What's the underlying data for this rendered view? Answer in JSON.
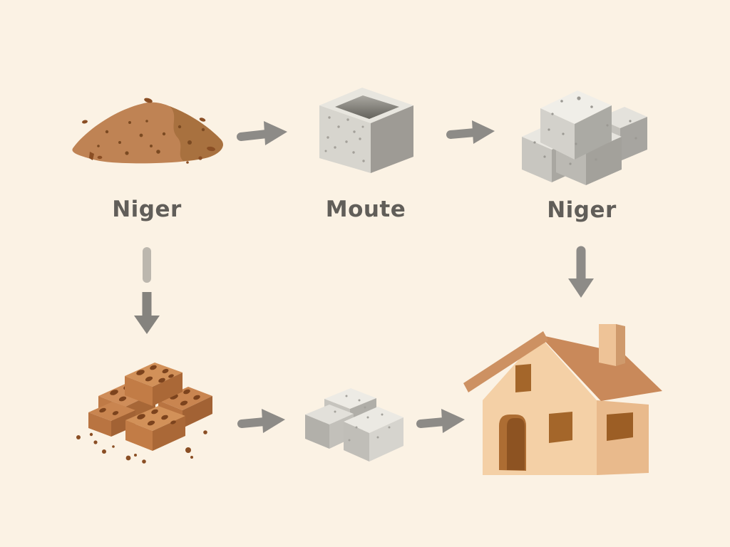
{
  "diagram": {
    "description": "process flow from soil to molded blocks, bricks and a finished house",
    "background_color": "#fbf2e4",
    "text_color": "#615e59",
    "arrow_color": "#8d8b87",
    "labels": {
      "soil": "Niger",
      "mold": "Moute",
      "blocks": "Niger"
    },
    "nodes": [
      {
        "id": "soil-pile-icon",
        "label": "Niger",
        "row": "top",
        "col": 1
      },
      {
        "id": "mold-icon",
        "label": "Moute",
        "row": "top",
        "col": 2
      },
      {
        "id": "concrete-block-stack-icon",
        "label": "Niger",
        "row": "top",
        "col": 3
      },
      {
        "id": "brick-pile-icon",
        "label": "",
        "row": "bottom",
        "col": 1
      },
      {
        "id": "small-block-group-icon",
        "label": "",
        "row": "bottom",
        "col": 2
      },
      {
        "id": "house-icon",
        "label": "",
        "row": "bottom",
        "col": 3
      }
    ],
    "arrows": [
      {
        "from": "soil-pile",
        "to": "mold",
        "direction": "right",
        "style": "solid"
      },
      {
        "from": "mold",
        "to": "concrete-block-stack",
        "direction": "right",
        "style": "solid"
      },
      {
        "from": "soil-pile",
        "to": "brick-pile",
        "direction": "down",
        "style": "dashed"
      },
      {
        "from": "concrete-block-stack",
        "to": "house",
        "direction": "down",
        "style": "solid"
      },
      {
        "from": "brick-pile",
        "to": "small-block-group",
        "direction": "right",
        "style": "solid"
      },
      {
        "from": "small-block-group",
        "to": "house",
        "direction": "right",
        "style": "solid"
      }
    ],
    "palette": {
      "soil_light": "#bf8354",
      "soil_dark": "#a8713f",
      "soil_speck": "#7b4a22",
      "concrete_top": "#eceae4",
      "concrete_left": "#cccac4",
      "concrete_right": "#a7a5a0",
      "brick_top": "#cf8d59",
      "brick_front": "#bf7a46",
      "brick_side": "#a76737",
      "brick_hole": "#7c431d",
      "house_front": "#f4d0a6",
      "house_side": "#e9ba8c",
      "roof": "#c9895a",
      "roof_trim": "#cd9162",
      "door_window": "#a4662a"
    }
  }
}
